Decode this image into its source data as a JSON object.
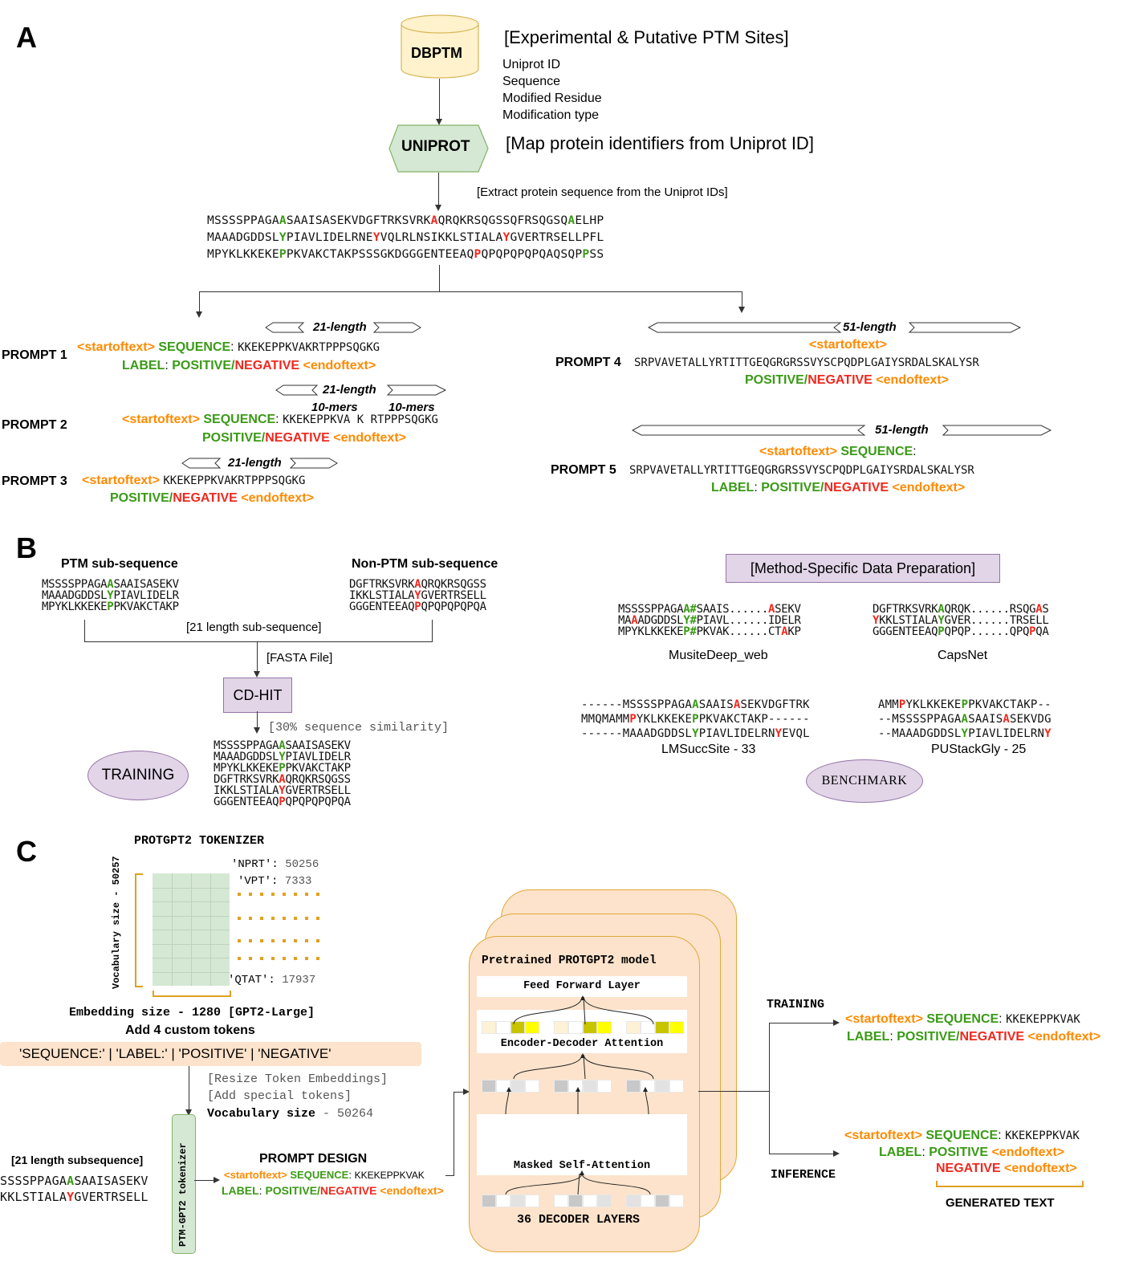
{
  "colors": {
    "green": "#3a9a16",
    "red": "#f0281e",
    "orange": "#ff8a00",
    "purple_fill": "#e1d5e7",
    "green_fill": "#d5e8d4",
    "yellow_fill": "#fff2cc",
    "peach_fill": "#fde3cb"
  },
  "panel_a": {
    "letter": "A",
    "dbptm": {
      "label": "DBPTM",
      "shape": "cylinder",
      "caption": "[Experimental & Putative PTM Sites]",
      "fields": [
        "Uniprot ID",
        "Sequence",
        "Modified Residue",
        "Modification type"
      ]
    },
    "uniprot": {
      "label": "UNIPROT",
      "shape": "hexagon",
      "caption": "[Map protein identifiers from Uniprot ID]"
    },
    "extract_caption": "[Extract protein sequence from the Uniprot IDs]",
    "sequences": [
      [
        {
          "t": "MSSSSPPAGA",
          "c": "k"
        },
        {
          "t": "A",
          "c": "g"
        },
        {
          "t": "SAAISASEKVDGFTRKSVRK",
          "c": "k"
        },
        {
          "t": "A",
          "c": "r"
        },
        {
          "t": "QRQKRSQGSSQFRSQGSQ",
          "c": "k"
        },
        {
          "t": "A",
          "c": "g"
        },
        {
          "t": "ELHP",
          "c": "k"
        }
      ],
      [
        {
          "t": "MAAADGDDSL",
          "c": "k"
        },
        {
          "t": "Y",
          "c": "g"
        },
        {
          "t": "PIAVLIDELRNE",
          "c": "k"
        },
        {
          "t": "Y",
          "c": "r"
        },
        {
          "t": "VQLRLNSIKKLSTIALA",
          "c": "k"
        },
        {
          "t": "Y",
          "c": "r"
        },
        {
          "t": "GVERTRSELLPFL",
          "c": "k"
        }
      ],
      [
        {
          "t": "MPYKLKKEKE",
          "c": "k"
        },
        {
          "t": "P",
          "c": "g"
        },
        {
          "t": "PKVAKCTAKPSSSGKDGGGENTEEAQ",
          "c": "k"
        },
        {
          "t": "P",
          "c": "r"
        },
        {
          "t": "QPQPQPQPQAQSQP",
          "c": "k"
        },
        {
          "t": "P",
          "c": "g"
        },
        {
          "t": "SS",
          "c": "k"
        }
      ]
    ],
    "prompts": {
      "p1": {
        "label": "PROMPT 1",
        "length": "21-length",
        "line1": [
          {
            "t": "<startoftext> ",
            "c": "o"
          },
          {
            "t": "SEQUENCE",
            "c": "g"
          },
          {
            "t": ":  ",
            "c": "k"
          },
          {
            "t": "KKEKEPPKVAKRTPPPSQGKG",
            "c": "s"
          }
        ],
        "line2": [
          {
            "t": "LABEL",
            "c": "g"
          },
          {
            "t": ": ",
            "c": "k"
          },
          {
            "t": "POSITIVE/",
            "c": "g"
          },
          {
            "t": "NEGATIVE",
            "c": "r"
          },
          {
            "t": " <endoftext>",
            "c": "o"
          }
        ]
      },
      "p2": {
        "label": "PROMPT 2",
        "length": "21-length",
        "mers_left": "10-mers",
        "mers_right": "10-mers",
        "line1": [
          {
            "t": "<startoftext> ",
            "c": "o"
          },
          {
            "t": "SEQUENCE",
            "c": "g"
          },
          {
            "t": ":  ",
            "c": "k"
          },
          {
            "t": "KKEKEPPKVA  K  RTPPPSQGKG",
            "c": "s"
          }
        ],
        "line2": [
          {
            "t": "POSITIVE/",
            "c": "g"
          },
          {
            "t": "NEGATIVE",
            "c": "r"
          },
          {
            "t": " <endoftext>",
            "c": "o"
          }
        ]
      },
      "p3": {
        "label": "PROMPT 3",
        "length": "21-length",
        "line1": [
          {
            "t": "<startoftext> ",
            "c": "o"
          },
          {
            "t": "KKEKEPPKVAKRTPPPSQGKG",
            "c": "s"
          }
        ],
        "line2": [
          {
            "t": "POSITIVE/",
            "c": "g"
          },
          {
            "t": "NEGATIVE",
            "c": "r"
          },
          {
            "t": " <endoftext>",
            "c": "o"
          }
        ]
      },
      "p4": {
        "label": "PROMPT 4",
        "length": "51-length",
        "line0": [
          {
            "t": "<startoftext>",
            "c": "o"
          }
        ],
        "line1": [
          {
            "t": "SRPVAVETALLYRTITTGEQGRGRSSVYSCPQDPLGAIYSRDALSKALYSR",
            "c": "s"
          }
        ],
        "line2": [
          {
            "t": "POSITIVE/",
            "c": "g"
          },
          {
            "t": "NEGATIVE",
            "c": "r"
          },
          {
            "t": " <endoftext>",
            "c": "o"
          }
        ]
      },
      "p5": {
        "label": "PROMPT 5",
        "length": "51-length",
        "line0": [
          {
            "t": "<startoftext> ",
            "c": "o"
          },
          {
            "t": "SEQUENCE",
            "c": "g"
          },
          {
            "t": ":",
            "c": "k"
          }
        ],
        "line1": [
          {
            "t": "SRPVAVETALLYRTITTGEQGRGRSSVYSCPQDPLGAIYSRDALSKALYSR",
            "c": "s"
          }
        ],
        "line2": [
          {
            "t": "LABEL",
            "c": "g"
          },
          {
            "t": ": ",
            "c": "k"
          },
          {
            "t": "POSITIVE/",
            "c": "g"
          },
          {
            "t": "NEGATIVE",
            "c": "r"
          },
          {
            "t": " <endoftext>",
            "c": "o"
          }
        ]
      }
    }
  },
  "panel_b": {
    "letter": "B",
    "ptm_title": "PTM sub-sequence",
    "nonptm_title": "Non-PTM sub-sequence",
    "ptm_seqs": [
      [
        {
          "t": "MSSSSPPAGA",
          "c": "k"
        },
        {
          "t": "A",
          "c": "g"
        },
        {
          "t": "SAAISASEKV",
          "c": "k"
        }
      ],
      [
        {
          "t": "MAAADGDDSL",
          "c": "k"
        },
        {
          "t": "Y",
          "c": "g"
        },
        {
          "t": "PIAVLIDELR",
          "c": "k"
        }
      ],
      [
        {
          "t": "MPYKLKKEKE",
          "c": "k"
        },
        {
          "t": "P",
          "c": "g"
        },
        {
          "t": "PKVAKCTAKP",
          "c": "k"
        }
      ]
    ],
    "nonptm_seqs": [
      [
        {
          "t": "DGFTRKSVRK",
          "c": "k"
        },
        {
          "t": "A",
          "c": "r"
        },
        {
          "t": "QRQKRSQGSS",
          "c": "k"
        }
      ],
      [
        {
          "t": "IKKLSTIALA",
          "c": "k"
        },
        {
          "t": "Y",
          "c": "r"
        },
        {
          "t": "GVERTRSELL",
          "c": "k"
        }
      ],
      [
        {
          "t": "GGGENTEEAQ",
          "c": "k"
        },
        {
          "t": "P",
          "c": "r"
        },
        {
          "t": "QPQPQPQPQA",
          "c": "k"
        }
      ]
    ],
    "subseq_caption": "[21 length sub-sequence]",
    "fasta_caption": "[FASTA File]",
    "cdhit_label": "CD-HIT",
    "similarity_caption": "[30% sequence similarity]",
    "training_label": "TRAINING",
    "training_seqs": [
      [
        {
          "t": "MSSSSPPAGA",
          "c": "k"
        },
        {
          "t": "A",
          "c": "g"
        },
        {
          "t": "SAAISASEKV",
          "c": "k"
        }
      ],
      [
        {
          "t": "MAAADGDDSL",
          "c": "k"
        },
        {
          "t": "Y",
          "c": "g"
        },
        {
          "t": "PIAVLIDELR",
          "c": "k"
        }
      ],
      [
        {
          "t": "MPYKLKKEKE",
          "c": "k"
        },
        {
          "t": "P",
          "c": "g"
        },
        {
          "t": "PKVAKCTAKP",
          "c": "k"
        }
      ],
      [
        {
          "t": "DGFTRKSVRK",
          "c": "k"
        },
        {
          "t": "A",
          "c": "r"
        },
        {
          "t": "QRQKRSQGSS",
          "c": "k"
        }
      ],
      [
        {
          "t": "IKKLSTIALA",
          "c": "k"
        },
        {
          "t": "Y",
          "c": "r"
        },
        {
          "t": "GVERTRSELL",
          "c": "k"
        }
      ],
      [
        {
          "t": "GGGENTEEAQ",
          "c": "k"
        },
        {
          "t": "P",
          "c": "r"
        },
        {
          "t": "QPQPQPQPQA",
          "c": "k"
        }
      ]
    ],
    "method_box": "[Method-Specific Data Preparation]",
    "musite": {
      "name": "MusiteDeep_web",
      "seqs": [
        [
          {
            "t": "MSSSSPPAGA",
            "c": "k"
          },
          {
            "t": "A#",
            "c": "g"
          },
          {
            "t": "SAAIS......",
            "c": "k"
          },
          {
            "t": "A",
            "c": "r"
          },
          {
            "t": "SEKV",
            "c": "k"
          }
        ],
        [
          {
            "t": "MA",
            "c": "k"
          },
          {
            "t": "A",
            "c": "r"
          },
          {
            "t": "ADGDDSL",
            "c": "k"
          },
          {
            "t": "Y#",
            "c": "g"
          },
          {
            "t": "PIAVL......IDELR",
            "c": "k"
          }
        ],
        [
          {
            "t": "MPYKLKKEKE",
            "c": "k"
          },
          {
            "t": "P#",
            "c": "g"
          },
          {
            "t": "PKVAK......CT",
            "c": "k"
          },
          {
            "t": "A",
            "c": "r"
          },
          {
            "t": "KP",
            "c": "k"
          }
        ]
      ]
    },
    "capsnet": {
      "name": "CapsNet",
      "seqs": [
        [
          {
            "t": "DGFTRKSVRK",
            "c": "k"
          },
          {
            "t": "A",
            "c": "g"
          },
          {
            "t": "QRQK......RSQG",
            "c": "k"
          },
          {
            "t": "A",
            "c": "r"
          },
          {
            "t": "S",
            "c": "k"
          }
        ],
        [
          {
            "t": "Y",
            "c": "r"
          },
          {
            "t": "KKLSTIALA",
            "c": "k"
          },
          {
            "t": "Y",
            "c": "g"
          },
          {
            "t": "GVER......TRSELL",
            "c": "k"
          }
        ],
        [
          {
            "t": "GGGENTEEAQ",
            "c": "k"
          },
          {
            "t": "P",
            "c": "g"
          },
          {
            "t": "QPQP......QPQ",
            "c": "k"
          },
          {
            "t": "P",
            "c": "r"
          },
          {
            "t": "QA",
            "c": "k"
          }
        ]
      ]
    },
    "lmsucc": {
      "name": "LMSuccSite - 33",
      "seqs": [
        [
          {
            "t": "------MSSSSPPAGA",
            "c": "k"
          },
          {
            "t": "A",
            "c": "g"
          },
          {
            "t": "SAAIS",
            "c": "k"
          },
          {
            "t": "A",
            "c": "r"
          },
          {
            "t": "SEKVDGFTRK",
            "c": "k"
          }
        ],
        [
          {
            "t": "MMQMAMM",
            "c": "k"
          },
          {
            "t": "P",
            "c": "r"
          },
          {
            "t": "YKLKKEKE",
            "c": "k"
          },
          {
            "t": "P",
            "c": "g"
          },
          {
            "t": "PKVAKCTAKP------",
            "c": "k"
          }
        ],
        [
          {
            "t": "------MAAADGDDSL",
            "c": "k"
          },
          {
            "t": "Y",
            "c": "g"
          },
          {
            "t": "PIAVLIDELRN",
            "c": "k"
          },
          {
            "t": "Y",
            "c": "r"
          },
          {
            "t": "EVQL",
            "c": "k"
          }
        ]
      ]
    },
    "pustack": {
      "name": "PUStackGly - 25",
      "seqs": [
        [
          {
            "t": "AMM",
            "c": "k"
          },
          {
            "t": "P",
            "c": "r"
          },
          {
            "t": "YKLKKEKE",
            "c": "k"
          },
          {
            "t": "P",
            "c": "g"
          },
          {
            "t": "PKVAKCTAKP--",
            "c": "k"
          }
        ],
        [
          {
            "t": "--MSSSSPPAGA",
            "c": "k"
          },
          {
            "t": "A",
            "c": "g"
          },
          {
            "t": "SAAIS",
            "c": "k"
          },
          {
            "t": "A",
            "c": "r"
          },
          {
            "t": "SEKVDG",
            "c": "k"
          }
        ],
        [
          {
            "t": "--MAAADGDDSL",
            "c": "k"
          },
          {
            "t": "Y",
            "c": "g"
          },
          {
            "t": "PIAVLIDELRN",
            "c": "k"
          },
          {
            "t": "Y",
            "c": "r"
          }
        ]
      ]
    },
    "benchmark_label": "BENCHMARK"
  },
  "panel_c": {
    "letter": "C",
    "tokenizer_title": "PROTGPT2 TOKENIZER",
    "vocab_axis": "Vocabulary size - 50257",
    "tokens": [
      {
        "tok": "'NPRT':",
        "id": "50256"
      },
      {
        "tok": "'VPT':",
        "id": "7333"
      },
      {
        "tok": "'QTAT':",
        "id": "17937"
      }
    ],
    "embedding_caption": "Embedding size - 1280 [GPT2-Large]",
    "custom_tokens_title": "Add 4 custom tokens",
    "custom_tokens": "'SEQUENCE:' | 'LABEL:' | 'POSITIVE' | 'NEGATIVE'",
    "resize_caption": "[Resize Token Embeddings]",
    "special_caption": "[Add special tokens]",
    "vocab_new_label": "Vocabulary size",
    "vocab_new_value": "- 50264",
    "subseq_title": "[21 length subsequence]",
    "subseqs": [
      [
        {
          "t": "SSSSPPAGA",
          "c": "k"
        },
        {
          "t": "A",
          "c": "g"
        },
        {
          "t": "SAAISASEKV",
          "c": "k"
        }
      ],
      [
        {
          "t": "KKLSTIALA",
          "c": "k"
        },
        {
          "t": "Y",
          "c": "r"
        },
        {
          "t": "GVERTRSELL",
          "c": "k"
        }
      ]
    ],
    "ptm_tokenizer": "PTM-GPT2 tokenizer",
    "prompt_design_title": "PROMPT DESIGN",
    "prompt_design_line1": [
      {
        "t": "<startoftext> ",
        "c": "o"
      },
      {
        "t": "SEQUENCE",
        "c": "g"
      },
      {
        "t": ":  ",
        "c": "k"
      },
      {
        "t": "KKEKEPPKVAK",
        "c": "s"
      }
    ],
    "prompt_design_line2": [
      {
        "t": "LABEL",
        "c": "g"
      },
      {
        "t": ": ",
        "c": "k"
      },
      {
        "t": "POSITIVE/",
        "c": "g"
      },
      {
        "t": "NEGATIVE",
        "c": "r"
      },
      {
        "t": " <endoftext>",
        "c": "o"
      }
    ],
    "model_title": "Pretrained PROTGPT2 model",
    "ffl": "Feed Forward Layer",
    "eda": "Encoder-Decoder Attention",
    "msa": "Masked Self-Attention",
    "decoder_layers": "36 DECODER LAYERS",
    "training_label": "TRAINING",
    "inference_label": "INFERENCE",
    "train_line1": [
      {
        "t": "<startoftext> ",
        "c": "o"
      },
      {
        "t": "SEQUENCE",
        "c": "g"
      },
      {
        "t": ":  ",
        "c": "k"
      },
      {
        "t": "KKEKEPPKVAK",
        "c": "s"
      }
    ],
    "train_line2": [
      {
        "t": "LABEL",
        "c": "g"
      },
      {
        "t": ":  ",
        "c": "k"
      },
      {
        "t": "POSITIVE/",
        "c": "g"
      },
      {
        "t": "NEGATIVE",
        "c": "r"
      },
      {
        "t": " <endoftext>",
        "c": "o"
      }
    ],
    "inf_line1": [
      {
        "t": "<startoftext> ",
        "c": "o"
      },
      {
        "t": "SEQUENCE",
        "c": "g"
      },
      {
        "t": ":  ",
        "c": "k"
      },
      {
        "t": "KKEKEPPKVAK",
        "c": "s"
      }
    ],
    "inf_line2": [
      {
        "t": "LABEL",
        "c": "g"
      },
      {
        "t": ":  ",
        "c": "k"
      },
      {
        "t": "POSITIVE",
        "c": "g"
      },
      {
        "t": " <endoftext>",
        "c": "o"
      }
    ],
    "inf_line3": [
      {
        "t": "NEGATIVE",
        "c": "r"
      },
      {
        "t": " <endoftext>",
        "c": "o"
      }
    ],
    "generated_text": "GENERATED TEXT"
  }
}
